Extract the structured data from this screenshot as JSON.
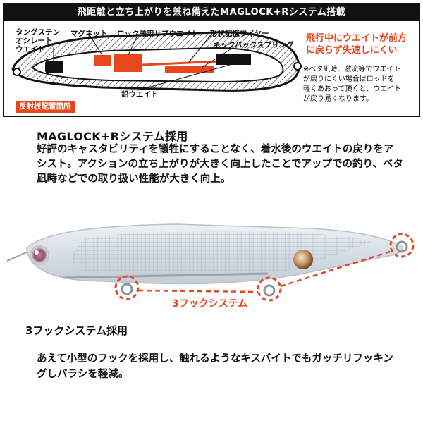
{
  "diagram": {
    "header": "飛距離と立ち上がりを兼ね備えたMAGLOCK+Rシステム搭載",
    "labels": {
      "tungsten": "タングステン\nオシレート\nウエイト",
      "magnet": "マグネット",
      "lock_weight": "ロック兼用サブウエイト",
      "shape_wire": "形状記憶ワイヤー",
      "kickback": "キックバックスプリング",
      "lead_weight": "鉛ウエイト",
      "reflector": "反射板配置箇所"
    },
    "warning": "飛行中にウエイトが前方\nに戻らず失速しにくい",
    "note": "※ベタ凪時、激流等でウエイト\nが戻りにくい場合はロッドを\n軽くあおって頂くと、ウエイト\nが戻り易くなります。"
  },
  "section1": {
    "title": "MAGLOCK+Rシステム採用",
    "body": "好評のキャスタビリティを犠牲にすることなく、着水後のウエイトの戻りをアシスト。アクションの立ち上がりが大きく向上したことでアップでの釣り、ベタ凪時などでの取り扱い性能が大きく向上。"
  },
  "lure": {
    "hook_label": "3フックシステム"
  },
  "section2": {
    "title": "3フックシステム採用",
    "body": "あえて小型のフックを採用し、触れるようなキスバイトでもガッチリフッキングしバラシを軽減。"
  },
  "colors": {
    "accent": "#e8471e",
    "dark": "#111111"
  }
}
